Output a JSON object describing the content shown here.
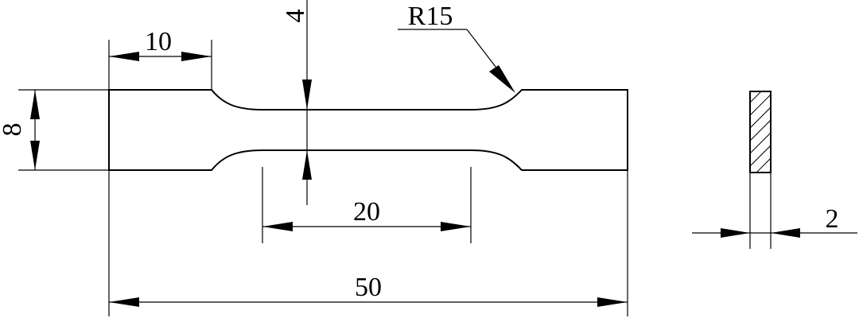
{
  "drawing": {
    "dimensions": {
      "grip_length": "10",
      "gauge_width": "4",
      "fillet_radius": "R15",
      "overall_width": "8",
      "gauge_length": "20",
      "overall_length": "50",
      "thickness": "2"
    }
  }
}
